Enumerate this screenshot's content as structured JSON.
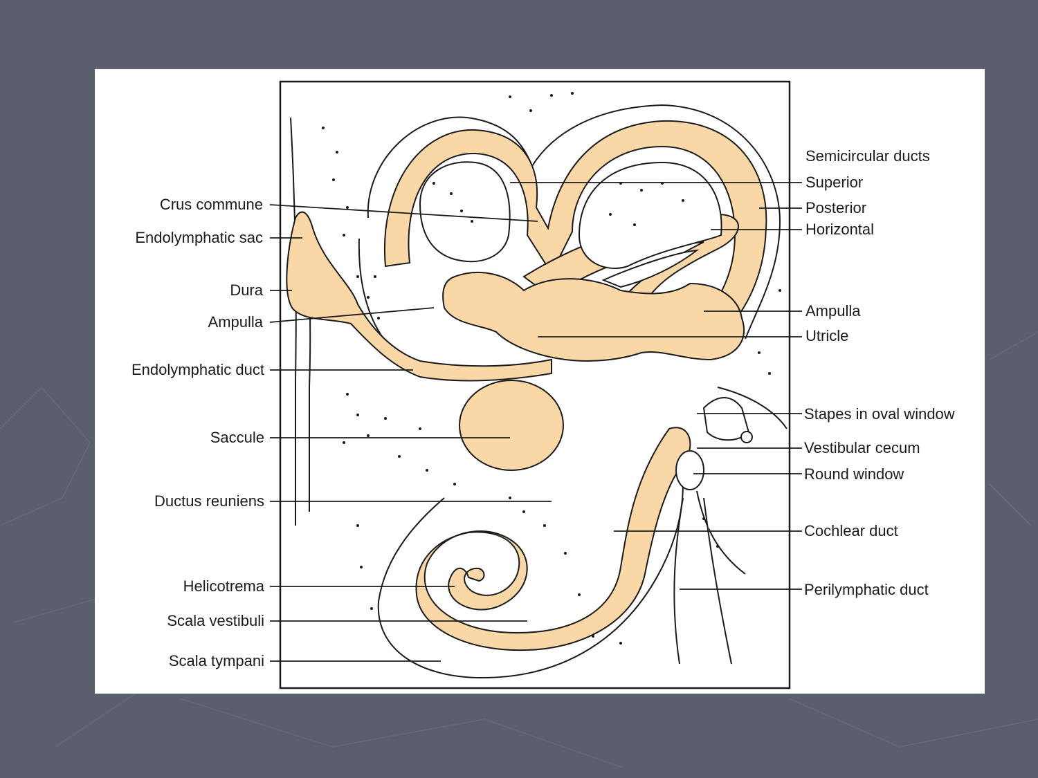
{
  "colors": {
    "slide_background": "#5b5e6c",
    "panel_background": "#ffffff",
    "endolymph_fill": "#f9d7a7",
    "line": "#1a1a1a"
  },
  "labels": {
    "left": {
      "crus_commune": "Crus commune",
      "endolymphatic_sac": "Endolymphatic sac",
      "dura": "Dura",
      "ampulla": "Ampulla",
      "endolymphatic_duct": "Endolymphatic duct",
      "saccule": "Saccule",
      "ductus_reuniens": "Ductus reuniens",
      "helicotrema": "Helicotrema",
      "scala_vestibuli": "Scala vestibuli",
      "scala_tympani": "Scala tympani"
    },
    "right": {
      "semicircular_ducts": "Semicircular ducts",
      "superior": "Superior",
      "posterior": "Posterior",
      "horizontal": "Horizontal",
      "ampulla": "Ampulla",
      "utricle": "Utricle",
      "stapes": "Stapes in oval window",
      "vestibular_cecum": "Vestibular cecum",
      "round_window": "Round window",
      "cochlear_duct": "Cochlear duct",
      "perilymphatic_duct": "Perilymphatic duct"
    }
  }
}
